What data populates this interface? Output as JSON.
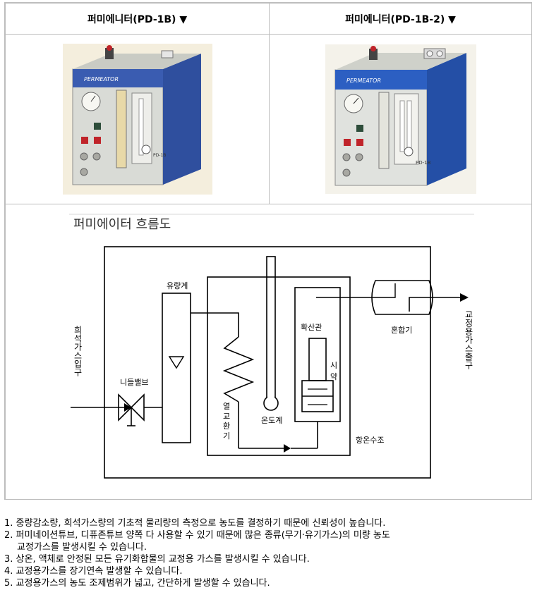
{
  "products": [
    {
      "name": "퍼미에니터(PD-1B) ▼",
      "panel_logo": "PERMEATOR",
      "model_label": "PD-1B"
    },
    {
      "name": "퍼미에니터(PD-1B-2) ▼",
      "panel_logo": "PERMEATOR",
      "model_label": "PD-1B"
    }
  ],
  "diagram": {
    "title": "퍼미에이터 흐름도",
    "labels": {
      "flowmeter": "유량계",
      "needle_valve": "니들밸브",
      "heat_exchanger": "열교환기",
      "thermometer": "온도계",
      "diffusion_tube": "확산관",
      "sample": "시약",
      "thermostat_bath": "항온수조",
      "mixer": "혼합기",
      "dilution_gas_inlet": "희석가스입구",
      "calibration_gas_outlet": "교정용가스출구"
    }
  },
  "notes": [
    "1. 중량감소량, 희석가스량의 기초적 물리량의 측정으로 농도를 결정하기 때문에 신뢰성이 높습니다.",
    "2. 퍼미네이션튜브, 디퓨존튜브 양쪽 다 사용할 수 있기 때문에 많은 종류(무기·유기가스)의 미량 농도",
    "교정가스를 발생시킬 수 있습니다.",
    "3. 상온, 액체로 안정된 모든 유기화합물의 교정용 가스를 발생시킬 수 있습니다.",
    "4. 교정용가스를 장기연속 발생할 수 있습니다.",
    "5. 교정용가스의 농도 조제범위가 넓고, 간단하게 발생할 수 있습니다."
  ]
}
